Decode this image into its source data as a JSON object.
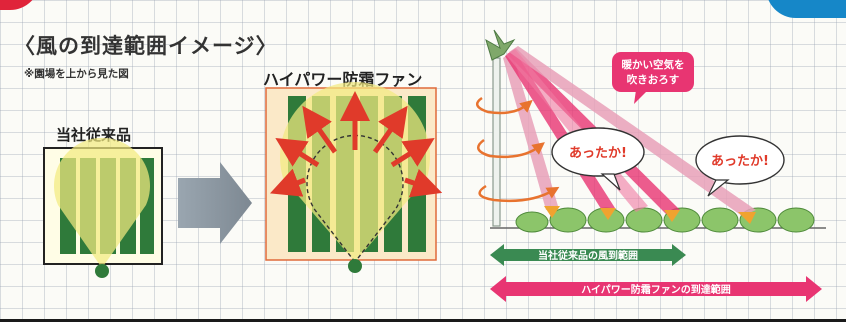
{
  "title": "〈風の到達範囲イメージ〉",
  "note": "※園場を上から見た図",
  "conventional_label": "当社従来品",
  "highpower_label": "ハイパワー防霜ファン",
  "cold_air_bubble": [
    "暖かい空気を",
    "吹きおろす"
  ],
  "warm_bubble_1": "あったか!",
  "warm_bubble_2": "あったか!",
  "range_conventional": "当社従来品の風到範囲",
  "range_highpower": "ハイパワー防霜ファンの到達範囲",
  "colors": {
    "green_bar": "#2f7a3a",
    "yellow_glow": "#f2ea80",
    "red_arrow": "#e03a2a",
    "pink": "#e83572",
    "green_arrow": "#3a8a52"
  }
}
